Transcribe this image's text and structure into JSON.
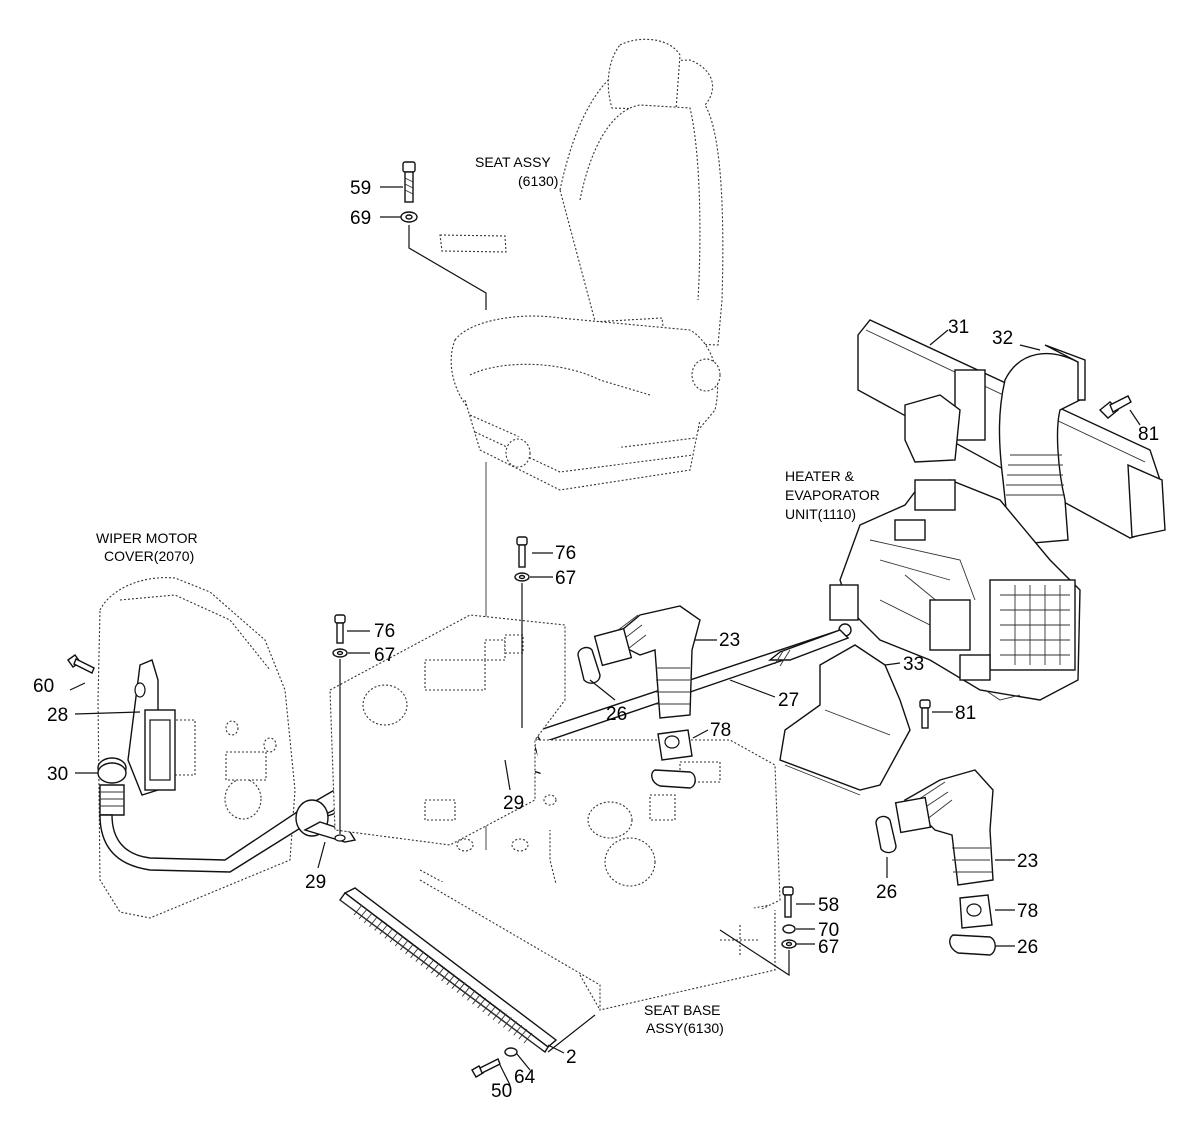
{
  "assemblies": {
    "seat_assy": [
      "SEAT ASSY",
      "(6130)"
    ],
    "heater_unit": [
      "HEATER &",
      "EVAPORATOR",
      "UNIT(1110)"
    ],
    "wiper_cover": [
      "WIPER MOTOR",
      "COVER(2070)"
    ],
    "seat_base": [
      "SEAT BASE",
      "ASSY(6130)"
    ]
  },
  "callouts": {
    "c59": "59",
    "c69": "69",
    "c31": "31",
    "c32": "32",
    "c81a": "81",
    "c76a": "76",
    "c67a": "67",
    "c76b": "76",
    "c67b": "67",
    "c23a": "23",
    "c27": "27",
    "c33": "33",
    "c81b": "81",
    "c26a": "26",
    "c78a": "78",
    "c29a": "29",
    "c29b": "29",
    "c60": "60",
    "c28": "28",
    "c30": "30",
    "c23b": "23",
    "c26b": "26",
    "c78b": "78",
    "c26c": "26",
    "c58": "58",
    "c70": "70",
    "c67c": "67",
    "c2": "2",
    "c64": "64",
    "c50": "50"
  }
}
